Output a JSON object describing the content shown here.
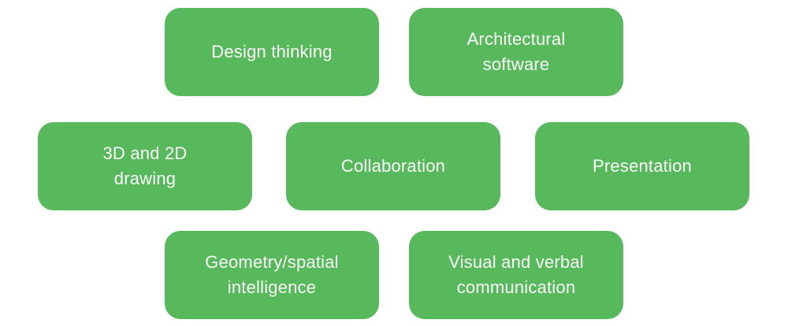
{
  "theme": {
    "background": "#ffffff",
    "box_color": "#57b85c",
    "text_color": "#fafafa"
  },
  "diagram": {
    "boxes": [
      {
        "name": "design-thinking",
        "label": "Design thinking",
        "lines": [
          "Design thinking"
        ]
      },
      {
        "name": "architectural-software",
        "label": "Architectural software",
        "lines": [
          "Architectural",
          "software"
        ]
      },
      {
        "name": "3d-and-2d-drawing",
        "label": "3D and 2D drawing",
        "lines": [
          "3D and 2D",
          "drawing"
        ]
      },
      {
        "name": "collaboration",
        "label": "Collaboration",
        "lines": [
          "Collaboration"
        ]
      },
      {
        "name": "presentation",
        "label": "Presentation",
        "lines": [
          "Presentation"
        ]
      },
      {
        "name": "geometry-spatial-intelligence",
        "label": "Geometry/spatial intelligence",
        "lines": [
          "Geometry/spatial",
          "intelligence"
        ]
      },
      {
        "name": "visual-and-verbal-communication",
        "label": "Visual and verbal communication",
        "lines": [
          "Visual and verbal",
          "communication"
        ]
      }
    ]
  }
}
